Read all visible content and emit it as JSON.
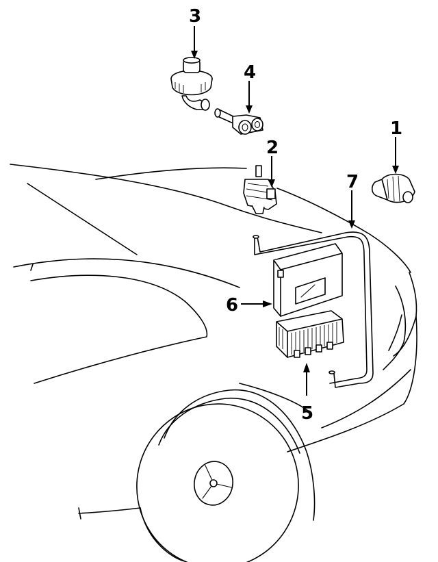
{
  "callouts": [
    {
      "id": "1",
      "label": "1",
      "part": "sensor-right"
    },
    {
      "id": "2",
      "label": "2",
      "part": "valve-center"
    },
    {
      "id": "3",
      "label": "3",
      "part": "pump-top"
    },
    {
      "id": "4",
      "label": "4",
      "part": "connector"
    },
    {
      "id": "5",
      "label": "5",
      "part": "relay-block"
    },
    {
      "id": "6",
      "label": "6",
      "part": "control-module"
    },
    {
      "id": "7",
      "label": "7",
      "part": "vacuum-hose"
    }
  ],
  "colors": {
    "ink": "#000000",
    "background": "#ffffff"
  }
}
